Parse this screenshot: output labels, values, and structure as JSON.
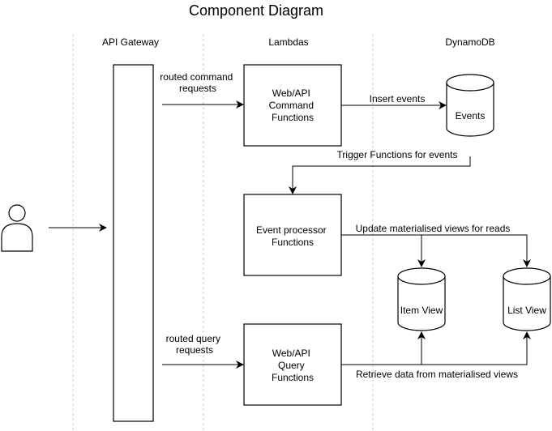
{
  "diagram": {
    "title": "Component Diagram",
    "lanes": {
      "api_gateway": "API Gateway",
      "lambdas": "Lambdas",
      "dynamodb": "DynamoDB"
    },
    "boxes": {
      "command": [
        "Web/API",
        "Command",
        "Functions"
      ],
      "processor": [
        "Event processor",
        "Functions"
      ],
      "query": [
        "Web/API",
        "Query",
        "Functions"
      ]
    },
    "stores": {
      "events": "Events",
      "item_view": "Item View",
      "list_view": "List View"
    },
    "edges": {
      "routed_command": [
        "routed command",
        "requests"
      ],
      "insert_events": "Insert events",
      "trigger": "Trigger Functions for events",
      "update_views": "Update materialised views for reads",
      "routed_query": [
        "routed query",
        "requests"
      ],
      "retrieve": "Retrieve data from materialised views"
    }
  }
}
